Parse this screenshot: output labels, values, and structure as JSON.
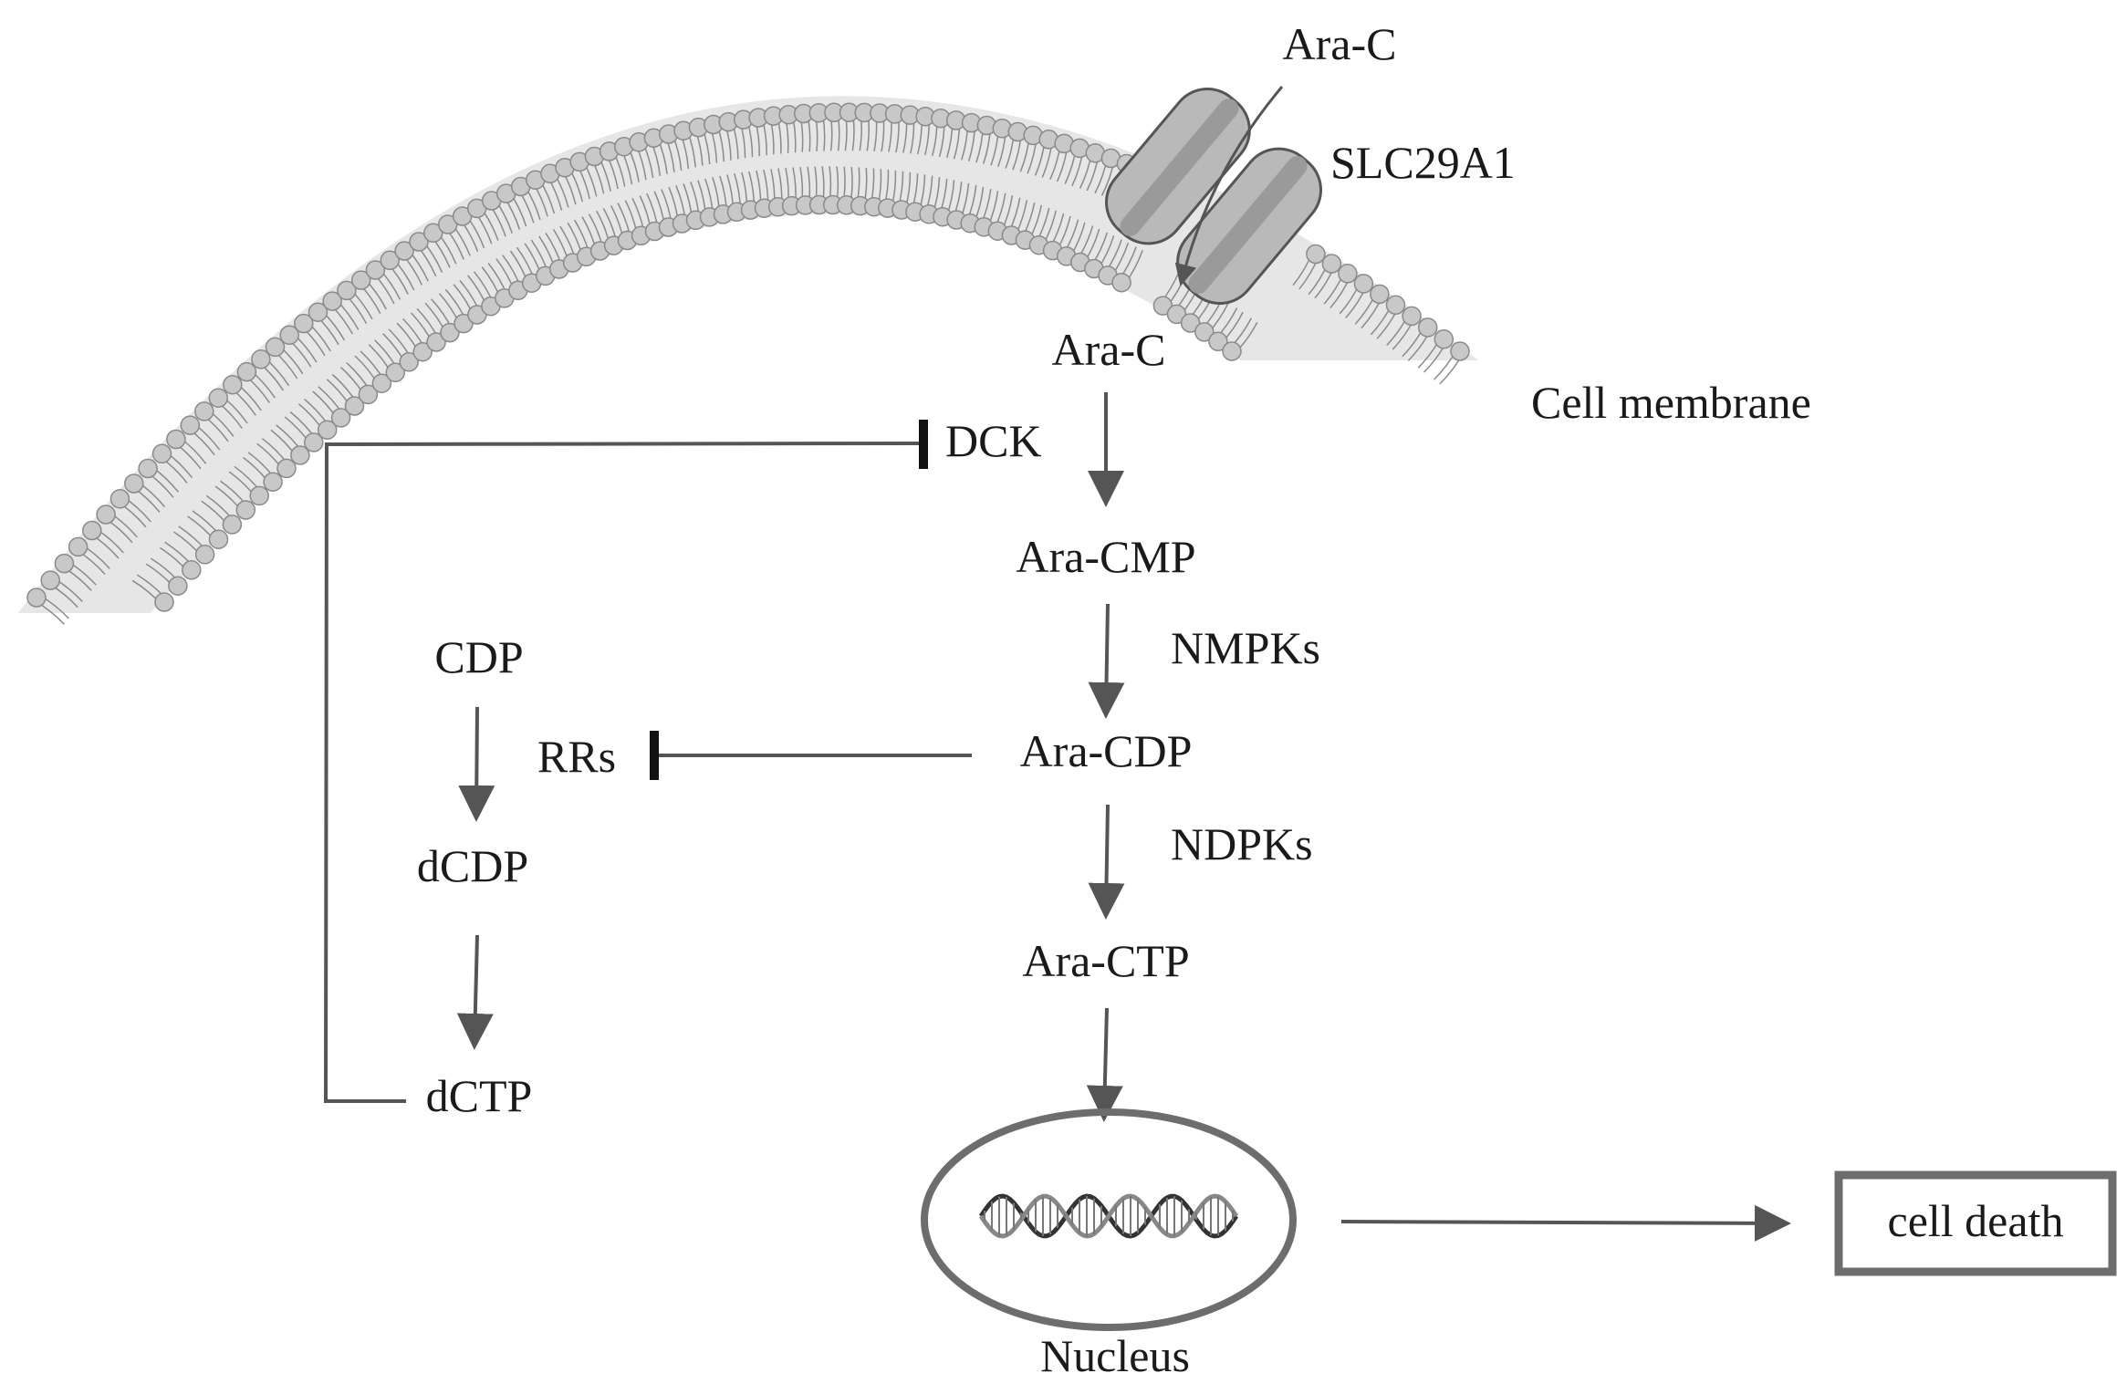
{
  "labels": {
    "ara_c_outside": "Ara-C",
    "transporter": "SLC29A1",
    "ara_c_inside": "Ara-C",
    "cell_membrane": "Cell membrane",
    "dck": "DCK",
    "ara_cmp": "Ara-CMP",
    "nmpks": "NMPKs",
    "cdp": "CDP",
    "rrs": "RRs",
    "ara_cdp": "Ara-CDP",
    "ndpks": "NDPKs",
    "dcdp": "dCDP",
    "ara_ctp": "Ara-CTP",
    "dctp": "dCTP",
    "nucleus": "Nucleus",
    "cell_death": "cell death"
  },
  "colors": {
    "arrow": "#555555",
    "inhibition_bar": "#111111",
    "membrane_band": "#e6e6e6",
    "lipid_head": "#c8c8c8",
    "transporter": "#b9b9b9",
    "text": "#1a1a1a"
  }
}
